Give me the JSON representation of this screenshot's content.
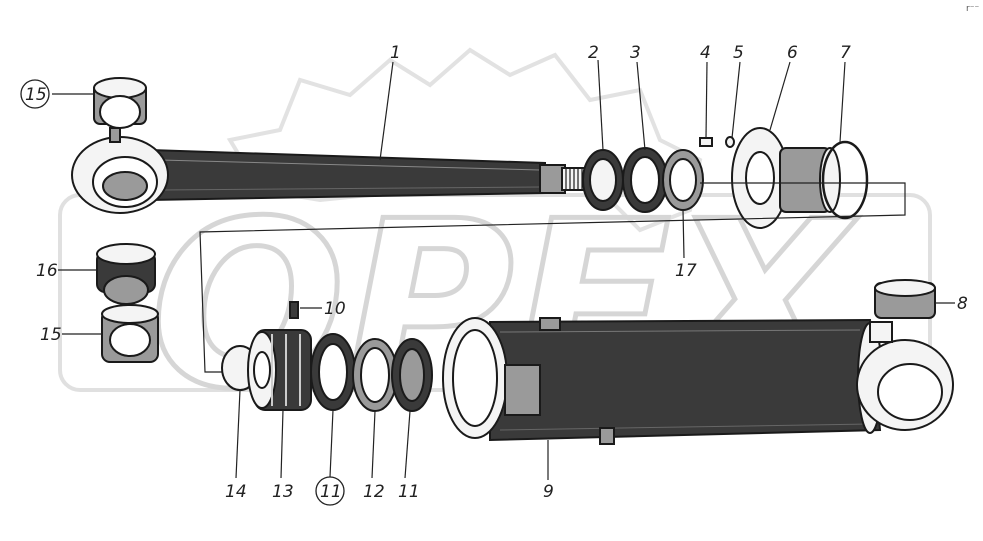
{
  "watermark": "OPEX",
  "corner_mark": "r⁻⁻",
  "callouts": [
    {
      "id": "c1",
      "text": "1"
    },
    {
      "id": "c2",
      "text": "2"
    },
    {
      "id": "c3",
      "text": "3"
    },
    {
      "id": "c4",
      "text": "4"
    },
    {
      "id": "c5",
      "text": "5"
    },
    {
      "id": "c6",
      "text": "6"
    },
    {
      "id": "c7",
      "text": "7"
    },
    {
      "id": "c8",
      "text": "8"
    },
    {
      "id": "c9",
      "text": "9"
    },
    {
      "id": "c10",
      "text": "10"
    },
    {
      "id": "c11a",
      "text": "11"
    },
    {
      "id": "c11b",
      "text": "11"
    },
    {
      "id": "c12",
      "text": "12"
    },
    {
      "id": "c13",
      "text": "13"
    },
    {
      "id": "c14",
      "text": "14"
    },
    {
      "id": "c15a",
      "text": "15"
    },
    {
      "id": "c15b",
      "text": "15"
    },
    {
      "id": "c16",
      "text": "16"
    },
    {
      "id": "c17",
      "text": "17"
    }
  ]
}
